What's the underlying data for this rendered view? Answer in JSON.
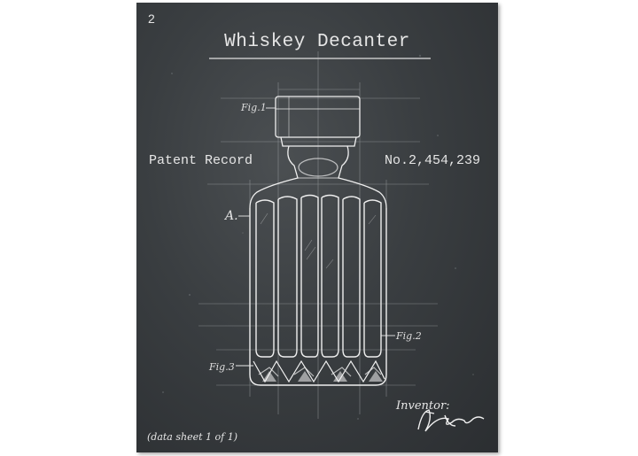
{
  "artwork": {
    "sheet_number": "2",
    "title": "Whiskey Decanter",
    "patent_label": "Patent Record",
    "patent_number": "No.2,454,239",
    "reference_letter": "A.",
    "figures": {
      "fig1": "Fig.1",
      "fig2": "Fig.2",
      "fig3": "Fig.3"
    },
    "inventor_label": "Inventor:",
    "data_sheet": "(data sheet 1 of 1)"
  },
  "colors": {
    "chalkboard": "#3a3e41",
    "chalk_line": "#e6e6e6"
  }
}
